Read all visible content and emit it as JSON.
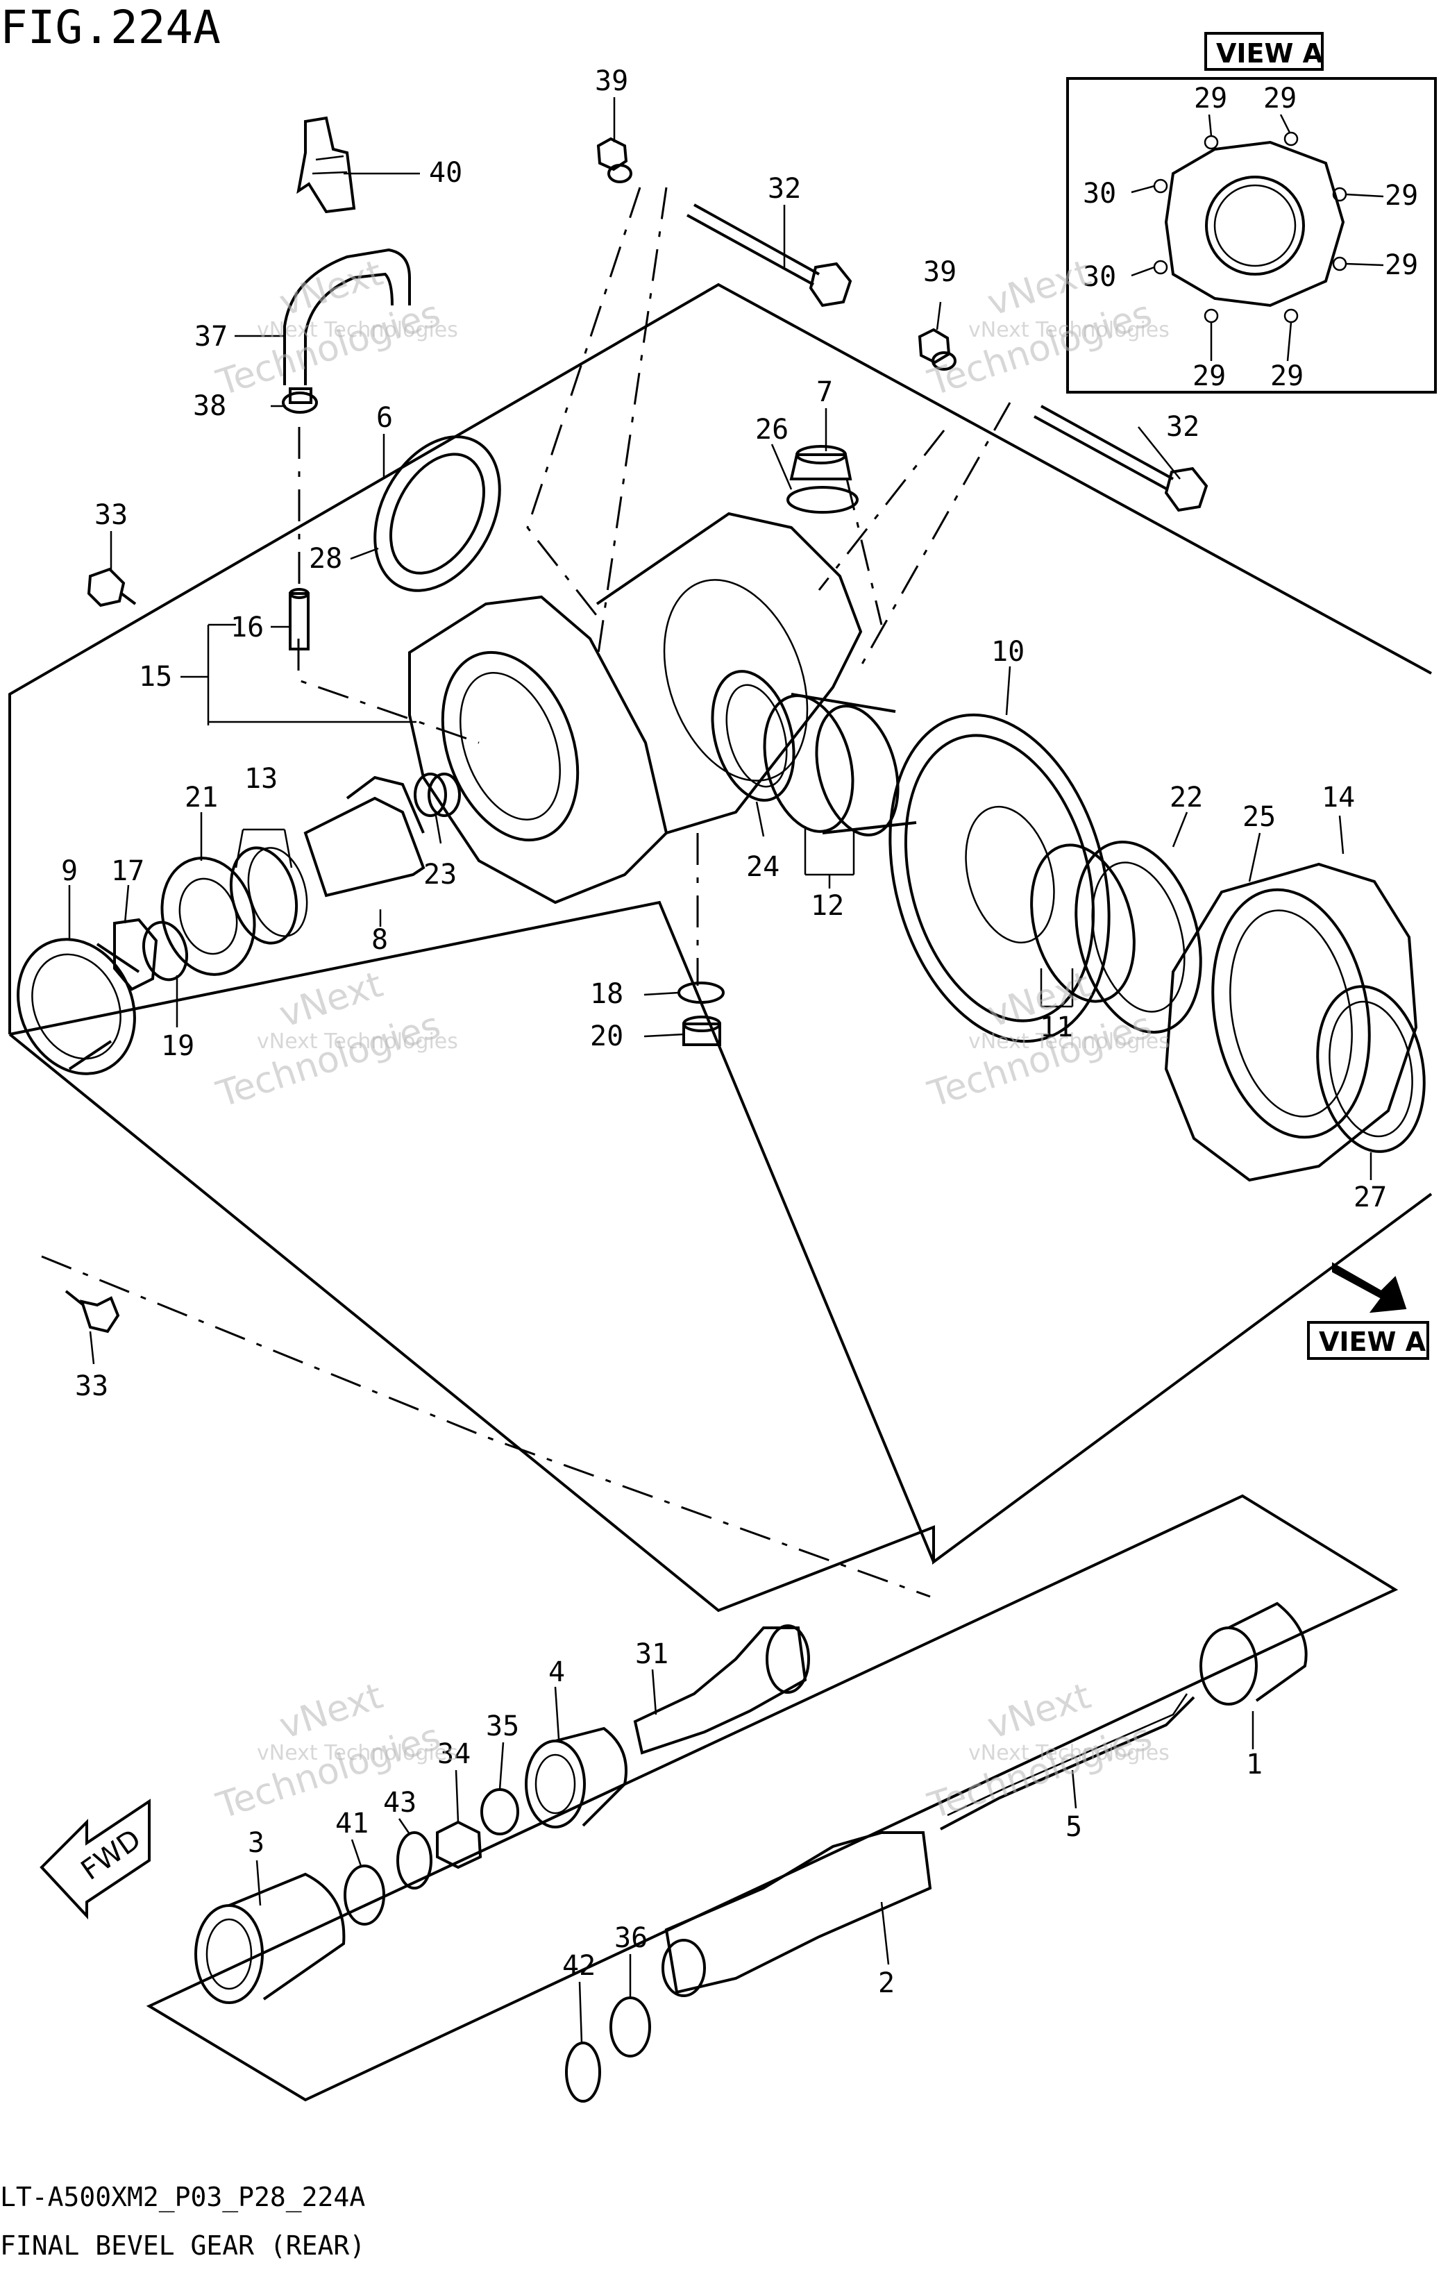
{
  "figure": {
    "title": "FIG.224A",
    "footer_code": "LT-A500XM2_P03_P28_224A",
    "footer_name": "FINAL BEVEL GEAR (REAR)"
  },
  "view_a": {
    "label": "VIEW A",
    "labels": [
      "29",
      "29",
      "30",
      "29",
      "30",
      "29",
      "29",
      "29"
    ]
  },
  "view_a_ref": {
    "label": "VIEW A"
  },
  "fwd": {
    "label": "FWD"
  },
  "watermark": {
    "line1": "vNext Technologies",
    "line2": "vNext",
    "line3": "Technologies"
  },
  "callouts": [
    "39",
    "40",
    "32",
    "37",
    "38",
    "6",
    "39",
    "7",
    "26",
    "32",
    "33",
    "28",
    "16",
    "15",
    "10",
    "21",
    "13",
    "22",
    "25",
    "14",
    "9",
    "17",
    "23",
    "24",
    "12",
    "8",
    "11",
    "19",
    "18",
    "20",
    "27",
    "33",
    "31",
    "4",
    "1",
    "34",
    "35",
    "3",
    "41",
    "43",
    "5",
    "36",
    "42",
    "2"
  ]
}
